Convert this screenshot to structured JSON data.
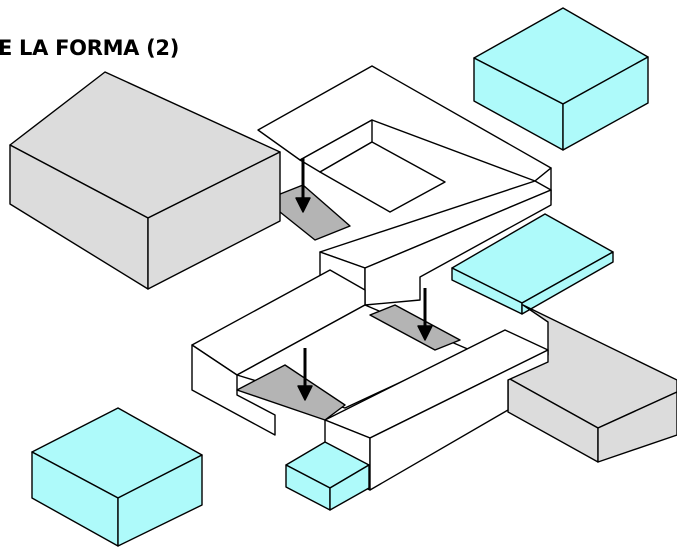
{
  "title": "E LA FORMA (2)",
  "colors": {
    "cyan": "#aefafa",
    "gray": "#dcdcdc",
    "slot": "#b4b4b4",
    "white": "#ffffff",
    "line": "#000000"
  },
  "blocks": [
    "gray-box-large",
    "cyan-box-top-right",
    "cyan-box-bottom-left",
    "cyan-slab-right",
    "gray-box-right",
    "cyan-box-small-bottom"
  ],
  "arrows": [
    "arrow-top",
    "arrow-middle",
    "arrow-bottom"
  ]
}
